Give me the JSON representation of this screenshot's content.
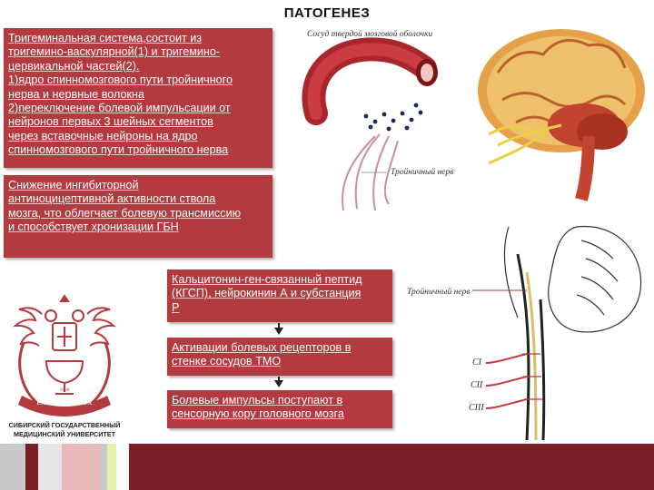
{
  "slide": {
    "title": "ПАТОГЕНЕЗ"
  },
  "boxes": {
    "trigeminal": {
      "lines": [
        "Тригеминальная система,состоит из",
        "тригемино-васкулярной(1) и тригемино-",
        "цервикальной частей(2).",
        "1)ядро спинномозгового пути тройничного",
        "нерва и нервные волокна",
        "2)переключение болевой импульсации от",
        "нейронов первых 3 шейных сегментов",
        "через вставочные нейроны на ядро",
        "спинномозгового пути тройничного нерва"
      ]
    },
    "inhibition": {
      "lines": [
        "Снижение ингибиторной",
        "антиноцицептивной активности ствола",
        "мозга, что облегчает болевую трансмиссию",
        "и способствует хронизации ГБН"
      ]
    },
    "cgrp": {
      "lines": [
        "Кальцитонин-ген-связанный пептид",
        "(КГСП), нейрокинин А и субстанция",
        "Р"
      ]
    },
    "receptors": {
      "lines": [
        "Активации болевых рецепторов в",
        "стенке сосудов ТМО"
      ]
    },
    "impulses": {
      "lines": [
        "Болевые импульсы поступают в",
        "сенсорную кору головного мозга"
      ]
    }
  },
  "figure_labels": {
    "vessel": "Сосуд твердой мозговой оболочки",
    "nerve_top": "Тройничный нерв",
    "nerve_bottom": "Тройничный нерв",
    "c1": "CI",
    "c2": "CII",
    "c3": "CIII"
  },
  "logo": {
    "motto": "EX ORIENTE LUX",
    "year": "1888",
    "university_line1": "СИБИРСКИЙ ГОСУДАРСТВЕННЫЙ",
    "university_line2": "МЕДИЦИНСКИЙ УНИВЕРСИТЕТ"
  },
  "colors": {
    "box": "#b33a3e",
    "footer_dark": "#7a1f25",
    "footer_gray": "#c9c9c9",
    "footer_pink": "#e8b9bb",
    "footer_lime": "#e6f0a8"
  }
}
